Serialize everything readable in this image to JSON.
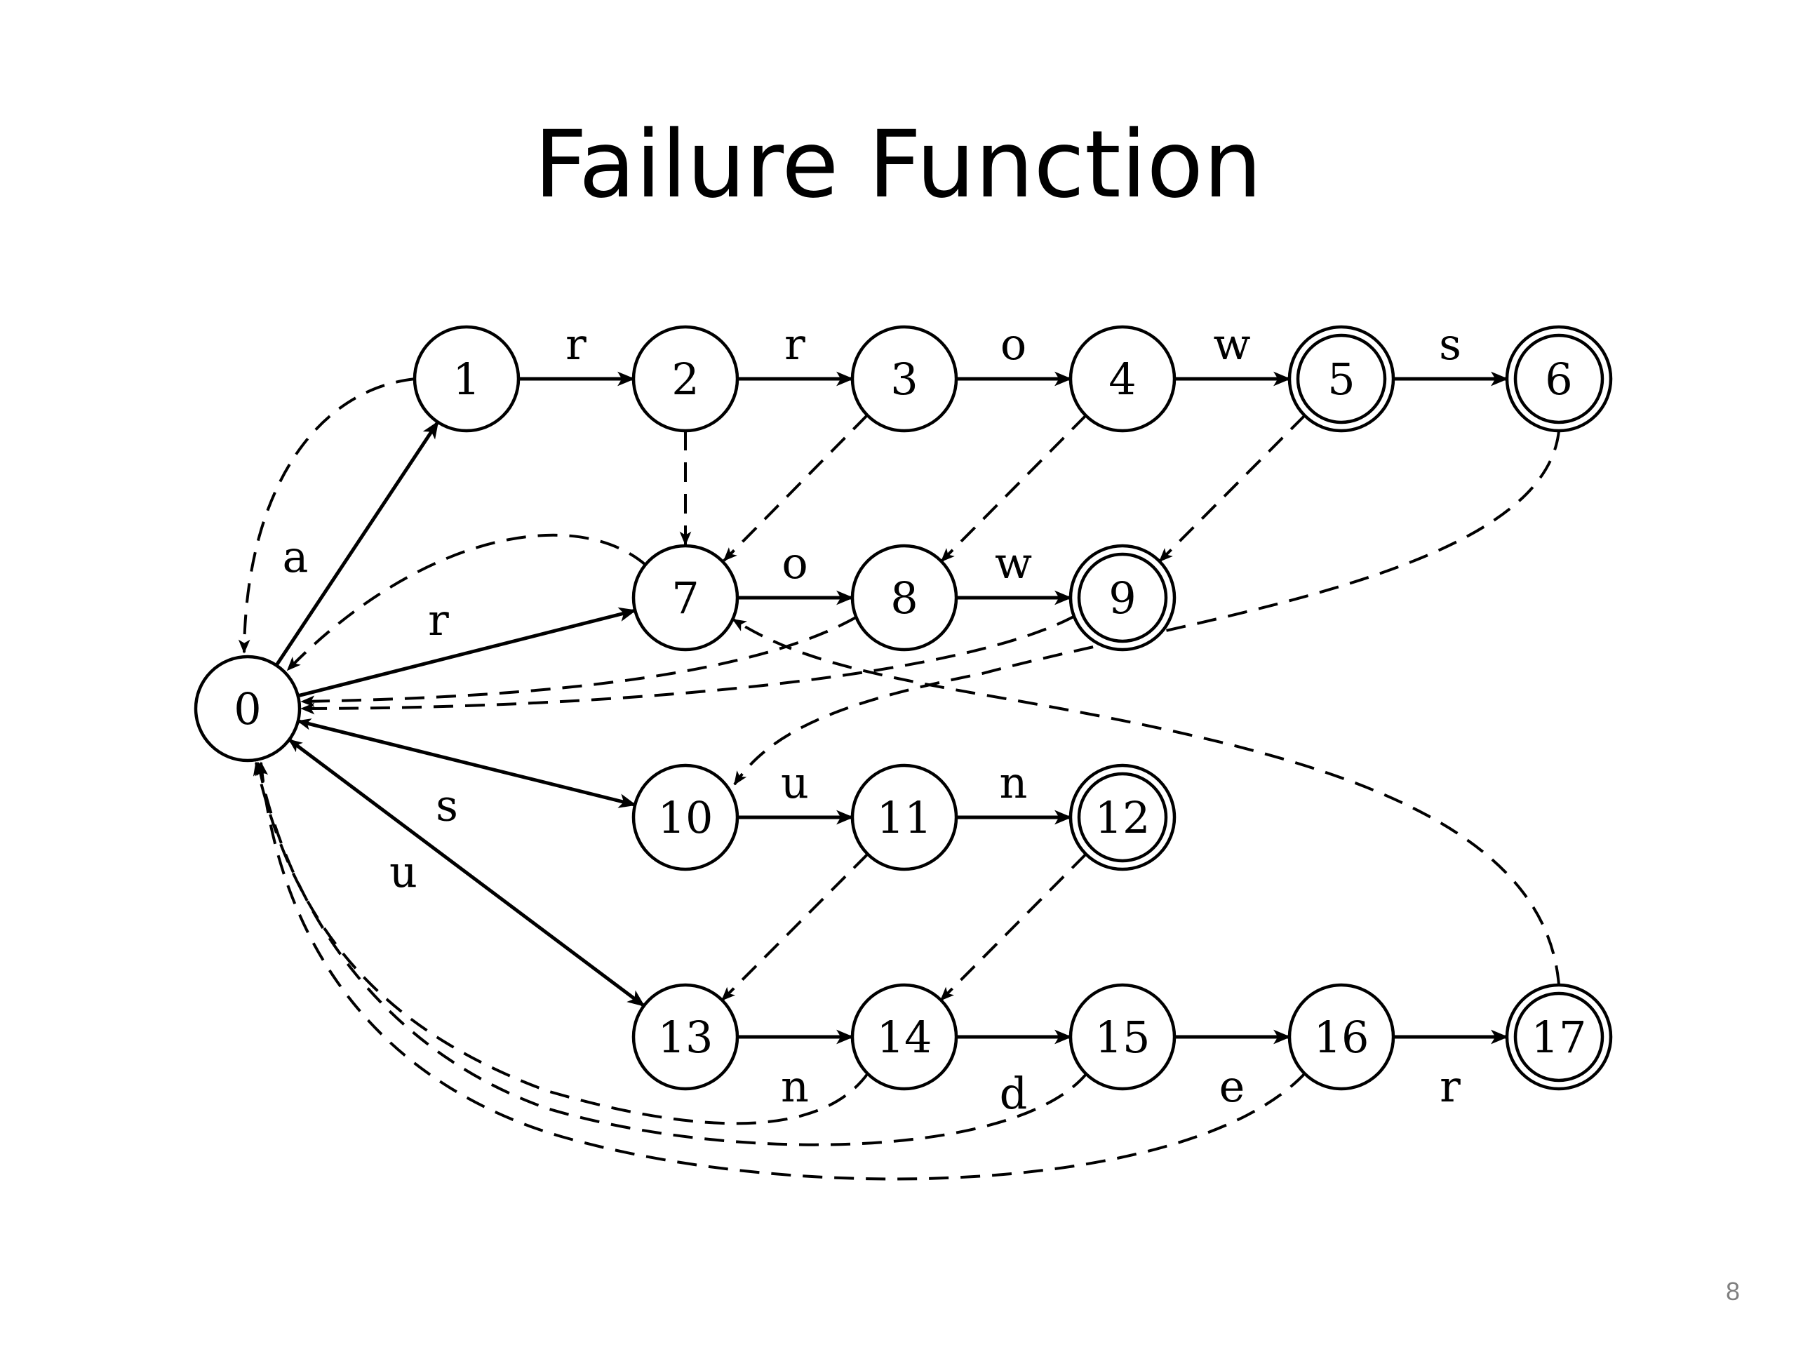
{
  "slide": {
    "title": "Failure Function",
    "page_number": "8"
  },
  "automaton": {
    "start_state": "0",
    "states": [
      {
        "id": "0",
        "label": "0",
        "accepting": false
      },
      {
        "id": "1",
        "label": "1",
        "accepting": false
      },
      {
        "id": "2",
        "label": "2",
        "accepting": false
      },
      {
        "id": "3",
        "label": "3",
        "accepting": false
      },
      {
        "id": "4",
        "label": "4",
        "accepting": false
      },
      {
        "id": "5",
        "label": "5",
        "accepting": true
      },
      {
        "id": "6",
        "label": "6",
        "accepting": true
      },
      {
        "id": "7",
        "label": "7",
        "accepting": false
      },
      {
        "id": "8",
        "label": "8",
        "accepting": false
      },
      {
        "id": "9",
        "label": "9",
        "accepting": true
      },
      {
        "id": "10",
        "label": "10",
        "accepting": false
      },
      {
        "id": "11",
        "label": "11",
        "accepting": false
      },
      {
        "id": "12",
        "label": "12",
        "accepting": true
      },
      {
        "id": "13",
        "label": "13",
        "accepting": false
      },
      {
        "id": "14",
        "label": "14",
        "accepting": false
      },
      {
        "id": "15",
        "label": "15",
        "accepting": false
      },
      {
        "id": "16",
        "label": "16",
        "accepting": false
      },
      {
        "id": "17",
        "label": "17",
        "accepting": true
      }
    ],
    "transitions": [
      {
        "from": "0",
        "to": "1",
        "symbol": "a"
      },
      {
        "from": "1",
        "to": "2",
        "symbol": "r"
      },
      {
        "from": "2",
        "to": "3",
        "symbol": "r"
      },
      {
        "from": "3",
        "to": "4",
        "symbol": "o"
      },
      {
        "from": "4",
        "to": "5",
        "symbol": "w"
      },
      {
        "from": "5",
        "to": "6",
        "symbol": "s"
      },
      {
        "from": "0",
        "to": "7",
        "symbol": "r"
      },
      {
        "from": "7",
        "to": "8",
        "symbol": "o"
      },
      {
        "from": "8",
        "to": "9",
        "symbol": "w"
      },
      {
        "from": "0",
        "to": "10",
        "symbol": "s"
      },
      {
        "from": "10",
        "to": "11",
        "symbol": "u"
      },
      {
        "from": "11",
        "to": "12",
        "symbol": "n"
      },
      {
        "from": "0",
        "to": "13",
        "symbol": "u"
      },
      {
        "from": "13",
        "to": "14",
        "symbol": "n"
      },
      {
        "from": "14",
        "to": "15",
        "symbol": "d"
      },
      {
        "from": "15",
        "to": "16",
        "symbol": "e"
      },
      {
        "from": "16",
        "to": "17",
        "symbol": "r"
      }
    ],
    "failure_links": [
      {
        "from": "1",
        "to": "0"
      },
      {
        "from": "2",
        "to": "7"
      },
      {
        "from": "3",
        "to": "7"
      },
      {
        "from": "4",
        "to": "8"
      },
      {
        "from": "5",
        "to": "9"
      },
      {
        "from": "6",
        "to": "10"
      },
      {
        "from": "7",
        "to": "0"
      },
      {
        "from": "8",
        "to": "0"
      },
      {
        "from": "9",
        "to": "0"
      },
      {
        "from": "10",
        "to": "0"
      },
      {
        "from": "11",
        "to": "13"
      },
      {
        "from": "12",
        "to": "14"
      },
      {
        "from": "13",
        "to": "0"
      },
      {
        "from": "14",
        "to": "0"
      },
      {
        "from": "15",
        "to": "0"
      },
      {
        "from": "16",
        "to": "0"
      },
      {
        "from": "17",
        "to": "7"
      }
    ]
  }
}
